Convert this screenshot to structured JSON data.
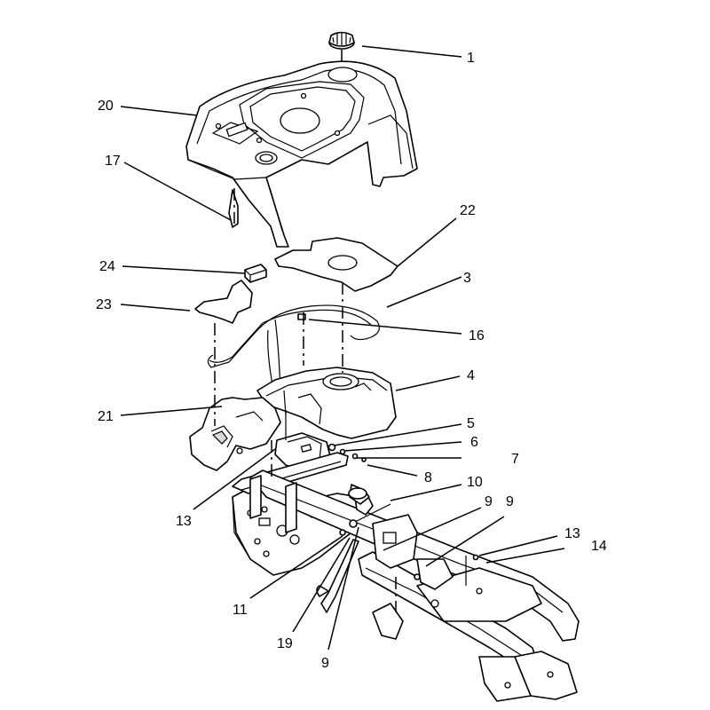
{
  "callouts": {
    "c1": "1",
    "c20": "20",
    "c17": "17",
    "c22": "22",
    "c24": "24",
    "c3": "3",
    "c23": "23",
    "c16": "16",
    "c4": "4",
    "c21": "21",
    "c5": "5",
    "c6": "6",
    "c7": "7",
    "c8": "8",
    "c10": "10",
    "c9a": "9",
    "c9b": "9",
    "c13a": "13",
    "c13b": "13",
    "c14": "14",
    "c11": "11",
    "c19": "19",
    "c9c": "9"
  },
  "colors": {
    "line": "#000000",
    "background": "#ffffff"
  }
}
